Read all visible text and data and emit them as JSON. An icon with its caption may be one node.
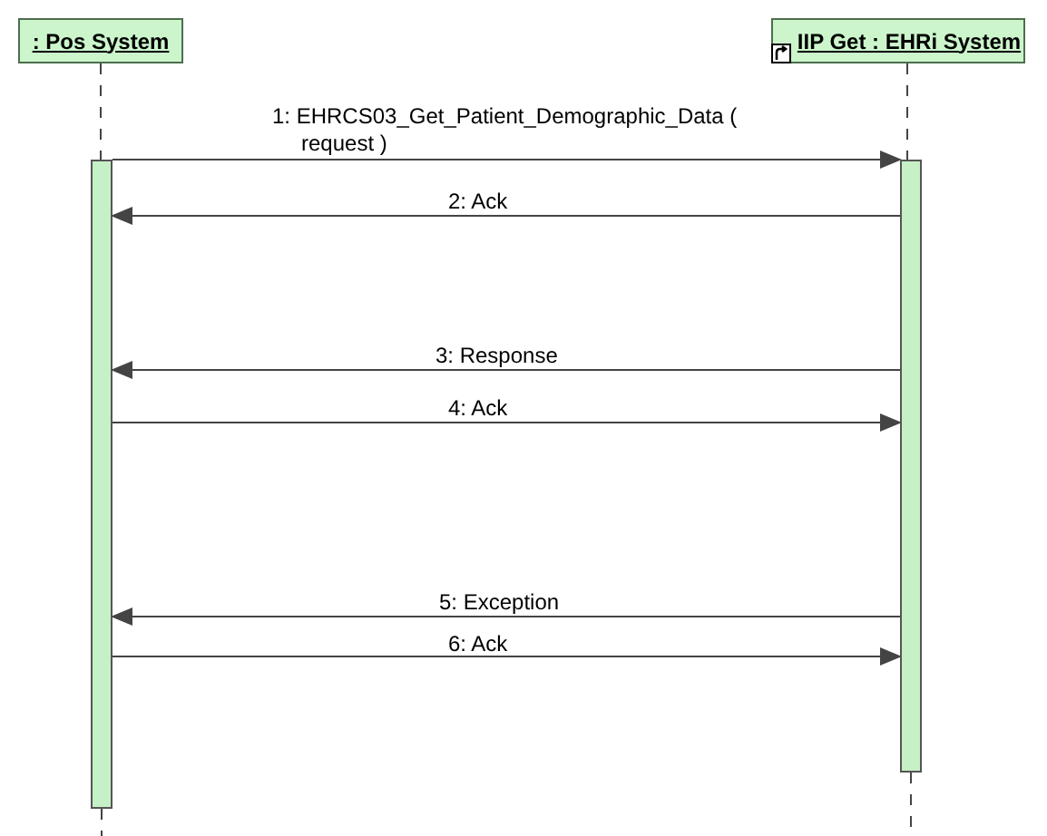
{
  "diagram": {
    "nodes": [
      {
        "text": [
          ": Pos System"
        ]
      },
      {
        "text": [
          "IIP Get : EHRi System"
        ]
      },
      {
        "text": [],
        "shape": "bar"
      },
      {
        "text": [],
        "shape": "bar"
      }
    ],
    "edges": [
      {
        "from": 0,
        "to": 2,
        "arrow": "none",
        "style": "dashed"
      },
      {
        "from": 1,
        "to": 3,
        "arrow": "none",
        "style": "dashed"
      },
      {
        "from": 2,
        "to": 3,
        "arrow": "to",
        "label": "1: EHRCS03_Get_Patient_Demographic_Data ( request )"
      },
      {
        "from": 3,
        "to": 2,
        "arrow": "to",
        "label": "2: Ack"
      },
      {
        "from": 3,
        "to": 2,
        "arrow": "to",
        "label": "3: Response"
      },
      {
        "from": 2,
        "to": 3,
        "arrow": "to",
        "label": "4: Ack"
      },
      {
        "from": 3,
        "to": 2,
        "arrow": "to",
        "label": "5: Exception"
      },
      {
        "from": 2,
        "to": 3,
        "arrow": "to",
        "label": "6: Ack"
      }
    ]
  }
}
